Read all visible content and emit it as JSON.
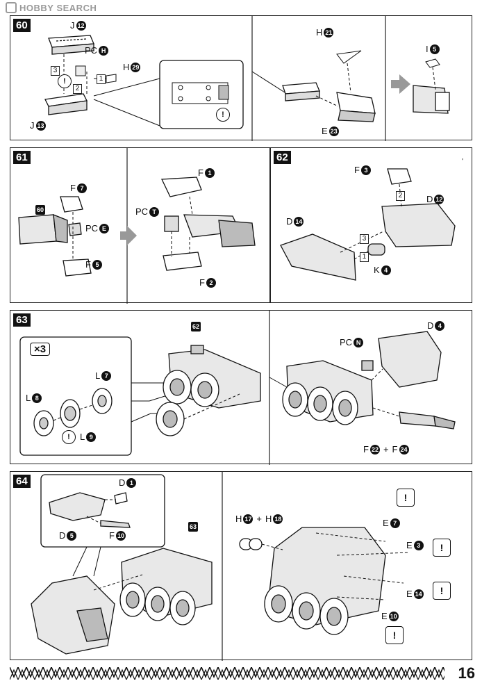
{
  "watermark": {
    "brand": "HOBBY",
    "suffix": "SEARCH"
  },
  "page_number": "16",
  "steps": [
    {
      "number": "60",
      "labels": [
        {
          "prefix": "J",
          "num": "12"
        },
        {
          "prefix": "PC",
          "num": "H"
        },
        {
          "prefix": "H",
          "num": "29"
        },
        {
          "prefix": "J",
          "num": "13"
        },
        {
          "prefix": "H",
          "num": "21"
        },
        {
          "prefix": "E",
          "num": "23"
        },
        {
          "prefix": "I",
          "num": "5"
        }
      ],
      "sequence": [
        "3",
        "2",
        "1"
      ]
    },
    {
      "number": "61",
      "labels": [
        {
          "prefix": "F",
          "num": "7"
        },
        {
          "prefix": "",
          "num": "60"
        },
        {
          "prefix": "PC",
          "num": "E"
        },
        {
          "prefix": "F",
          "num": "5"
        },
        {
          "prefix": "F",
          "num": "1"
        },
        {
          "prefix": "PC",
          "num": "T"
        },
        {
          "prefix": "F",
          "num": "2"
        }
      ]
    },
    {
      "number": "62",
      "labels": [
        {
          "prefix": "F",
          "num": "3"
        },
        {
          "prefix": "D",
          "num": "12"
        },
        {
          "prefix": "D",
          "num": "14"
        },
        {
          "prefix": "K",
          "num": "4"
        }
      ],
      "sequence": [
        "2",
        "3",
        "1"
      ]
    },
    {
      "number": "63",
      "multiplier": "×3",
      "labels": [
        {
          "prefix": "L",
          "num": "7"
        },
        {
          "prefix": "L",
          "num": "8"
        },
        {
          "prefix": "L",
          "num": "9"
        },
        {
          "prefix": "",
          "num": "62"
        },
        {
          "prefix": "D",
          "num": "4"
        },
        {
          "prefix": "PC",
          "num": "N"
        },
        {
          "prefix": "F",
          "num": "22"
        },
        {
          "prefix": "F",
          "num": "24"
        }
      ],
      "plus": "+"
    },
    {
      "number": "64",
      "labels": [
        {
          "prefix": "D",
          "num": "1"
        },
        {
          "prefix": "D",
          "num": "5"
        },
        {
          "prefix": "F",
          "num": "10"
        },
        {
          "prefix": "",
          "num": "63"
        },
        {
          "prefix": "H",
          "num": "17"
        },
        {
          "prefix": "H",
          "num": "18"
        },
        {
          "prefix": "E",
          "num": "7"
        },
        {
          "prefix": "E",
          "num": "3"
        },
        {
          "prefix": "E",
          "num": "14"
        },
        {
          "prefix": "E",
          "num": "10"
        }
      ],
      "plus": "+"
    }
  ],
  "caution_mark": "!"
}
